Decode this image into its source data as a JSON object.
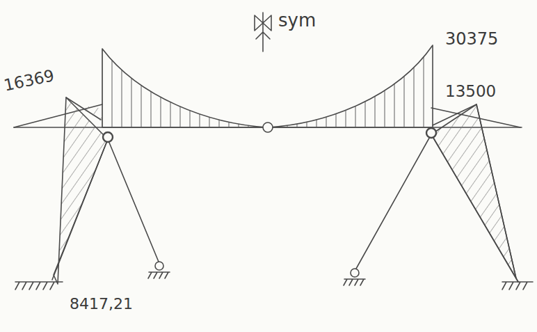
{
  "diagram": {
    "labels": [
      "sym",
      "30375",
      "16369",
      "13500",
      "8417,21"
    ]
  }
}
